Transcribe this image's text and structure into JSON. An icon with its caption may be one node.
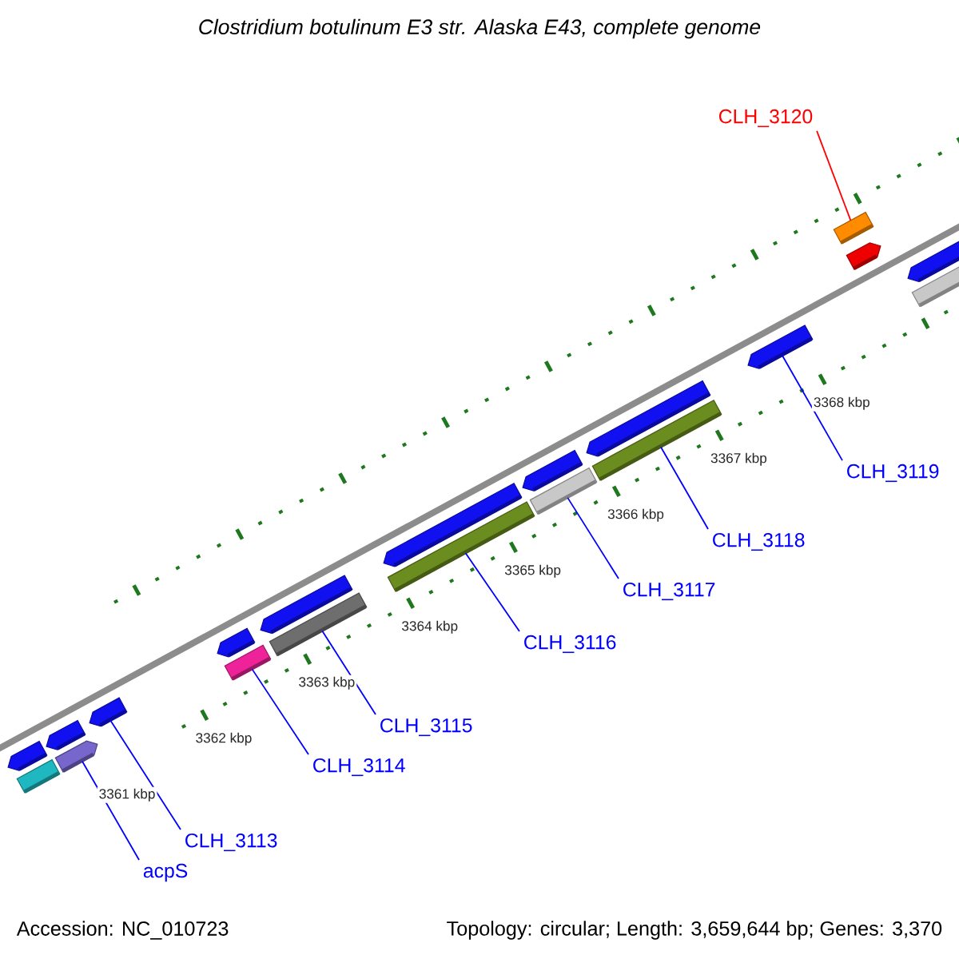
{
  "diagram": {
    "title": "Clostridium botulinum E3 str. Alaska E43, complete genome",
    "nodes": [
      {
        "text": [
          "acpS"
        ]
      },
      {
        "text": [
          "CLH_3113"
        ]
      },
      {
        "text": [
          "CLH_3114"
        ]
      },
      {
        "text": [
          "CLH_3115"
        ]
      },
      {
        "text": [
          "CLH_3116"
        ]
      },
      {
        "text": [
          "CLH_3117"
        ]
      },
      {
        "text": [
          "CLH_3118"
        ]
      },
      {
        "text": [
          "CLH_3119"
        ]
      },
      {
        "text": [
          "CLH_3120"
        ]
      },
      {
        "text": [],
        "shape": "bar"
      },
      {
        "text": [],
        "shape": "bar"
      },
      {
        "text": [],
        "shape": "bar"
      },
      {
        "text": [],
        "shape": "bar"
      },
      {
        "text": [],
        "shape": "bar"
      },
      {
        "text": [],
        "shape": "bar"
      },
      {
        "text": [],
        "shape": "bar"
      },
      {
        "text": [],
        "shape": "bar"
      },
      {
        "text": [],
        "shape": "bar"
      },
      {
        "text": [],
        "shape": "bar"
      },
      {
        "text": [],
        "shape": "bar"
      },
      {
        "text": [],
        "shape": "bar"
      },
      {
        "text": [],
        "shape": "bar"
      },
      {
        "text": [],
        "shape": "bar"
      },
      {
        "text": [],
        "shape": "bar"
      },
      {
        "text": [],
        "shape": "bar"
      },
      {
        "text": [],
        "shape": "bar"
      },
      {
        "text": [],
        "shape": "bar"
      },
      {
        "text": [],
        "shape": "bar"
      },
      {
        "text": [],
        "shape": "bar"
      }
    ],
    "edges": [
      {
        "from": 0,
        "to": 12,
        "arrow": "none"
      },
      {
        "from": 1,
        "to": 13,
        "arrow": "none"
      },
      {
        "from": 2,
        "to": 15,
        "arrow": "none"
      },
      {
        "from": 3,
        "to": 17,
        "arrow": "none"
      },
      {
        "from": 4,
        "to": 19,
        "arrow": "none"
      },
      {
        "from": 5,
        "to": 21,
        "arrow": "none"
      },
      {
        "from": 6,
        "to": 23,
        "arrow": "none"
      },
      {
        "from": 7,
        "to": 24,
        "arrow": "none"
      },
      {
        "from": 8,
        "to": 25,
        "arrow": "none",
        "color": "#ff0000"
      }
    ],
    "labels": [
      "3361 kbp",
      "3362 kbp",
      "3363 kbp",
      "3364 kbp",
      "3365 kbp",
      "3366 kbp",
      "3367 kbp",
      "3368 kbp",
      "Accession: NC_010723",
      "Topology: circular; Length: 3,659,644 bp; Genes: 3,370"
    ]
  }
}
